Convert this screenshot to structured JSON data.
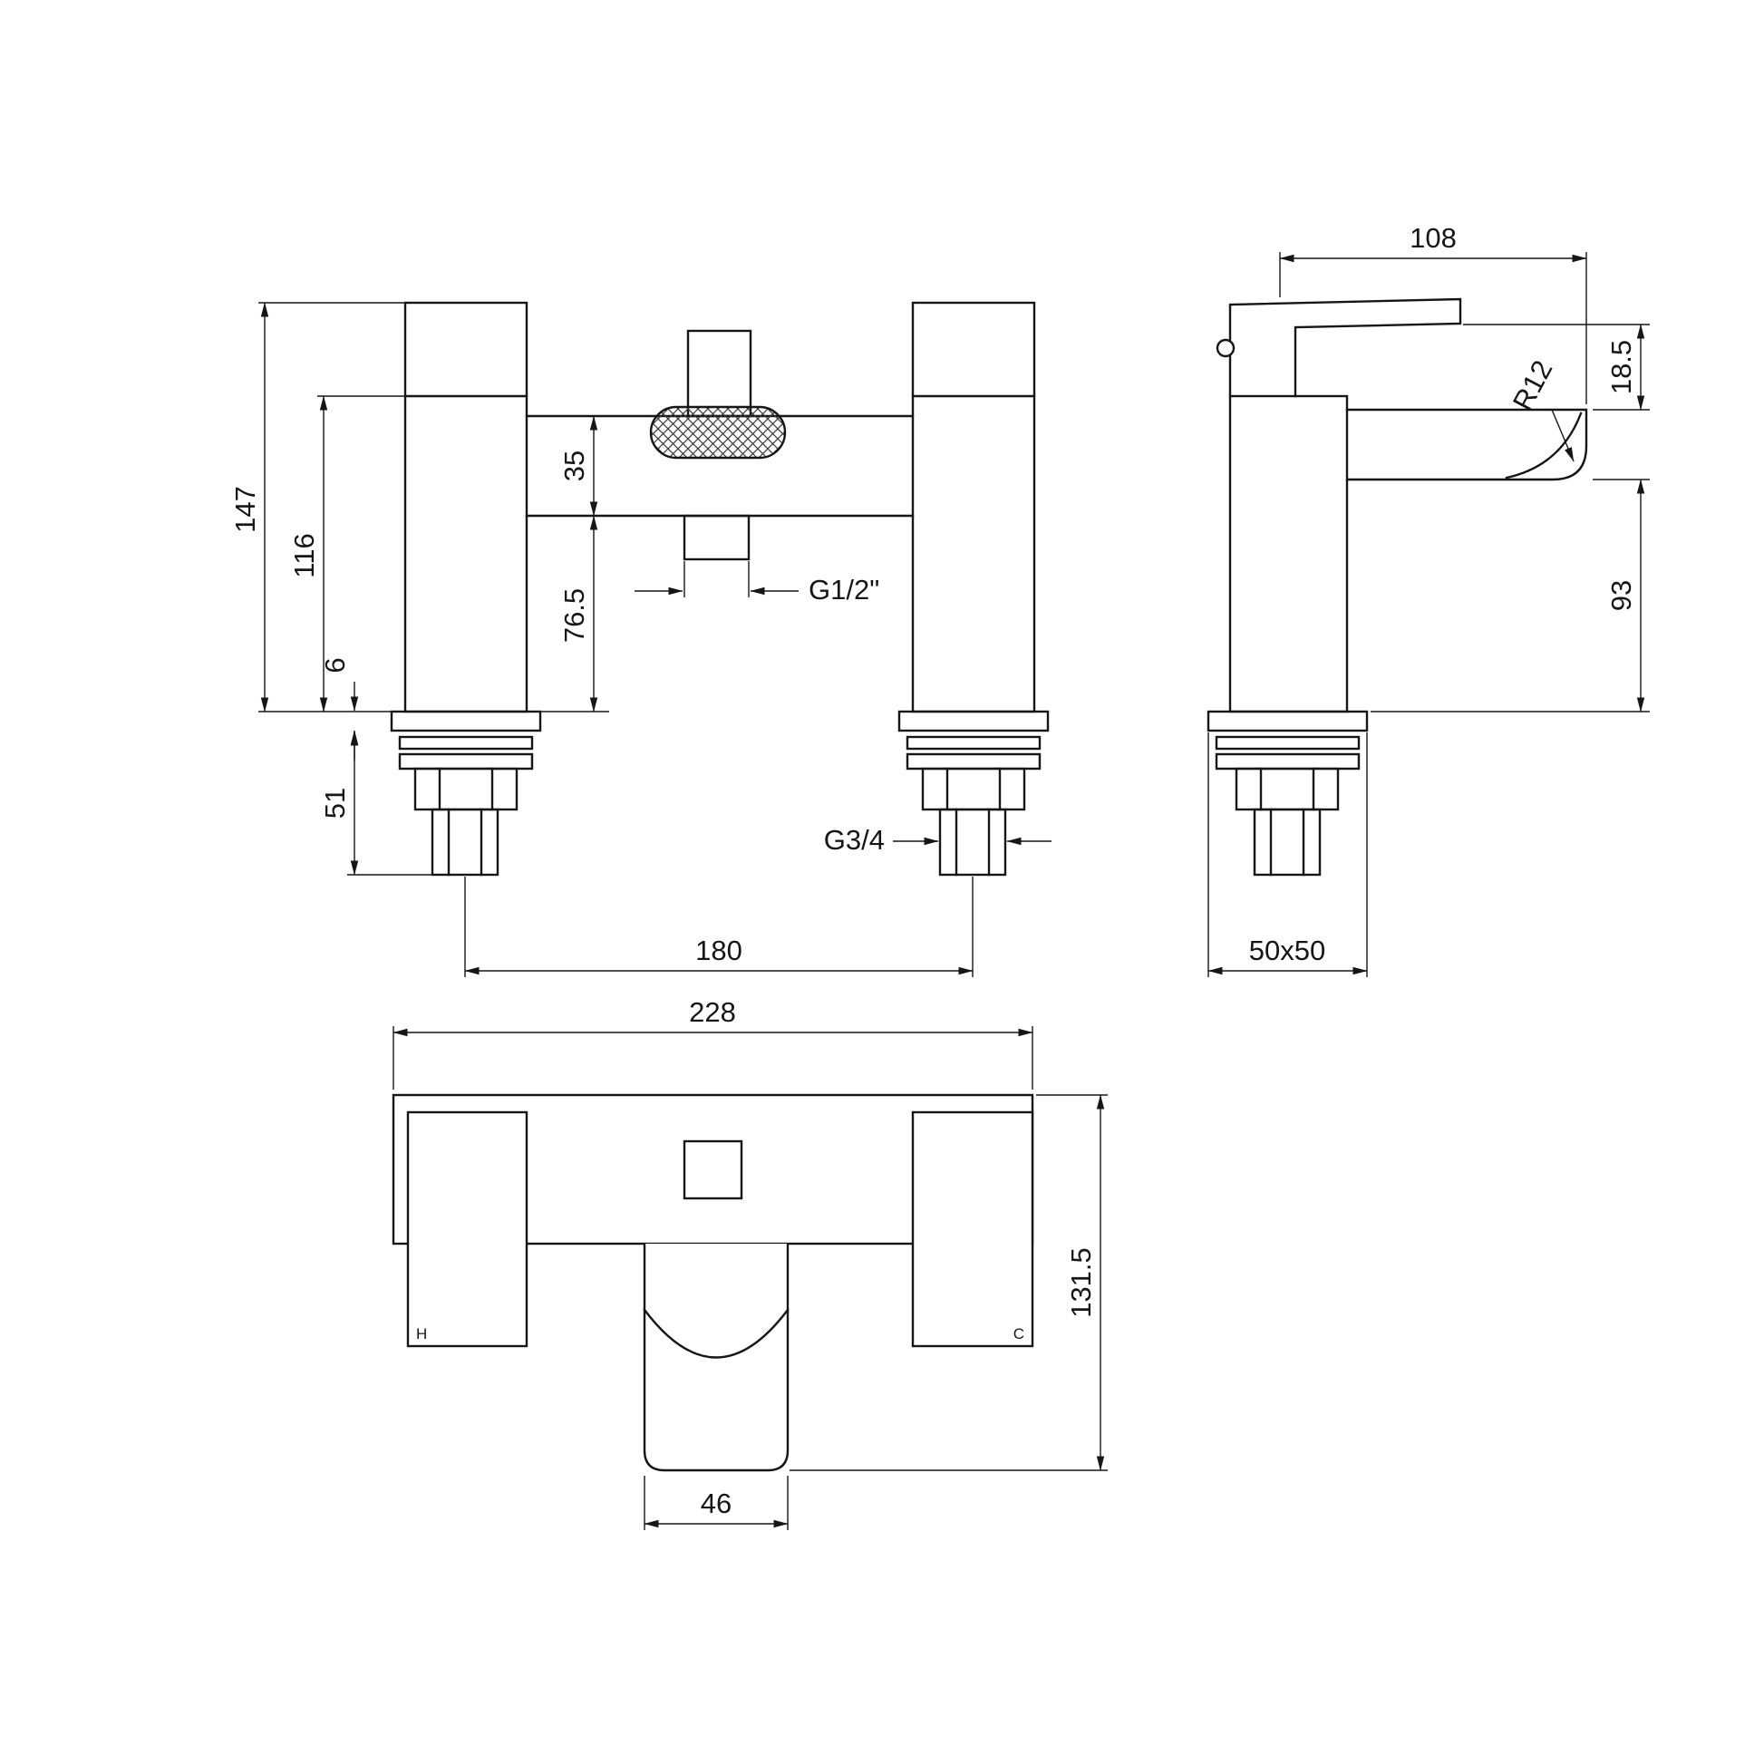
{
  "drawing": {
    "background": "#ffffff",
    "line_color": "#161616",
    "views": {
      "front": {
        "dim_147": "147",
        "dim_116": "116",
        "dim_35": "35",
        "dim_76_5": "76.5",
        "dim_6": "6",
        "dim_51": "51",
        "dim_180": "180",
        "thread_shower_outlet": "G1/2\"",
        "thread_inlet": "G3/4"
      },
      "side": {
        "dim_108": "108",
        "dim_18_5": "18.5",
        "radius_spout": "R12",
        "dim_93": "93",
        "base_size": "50x50"
      },
      "plan": {
        "dim_228": "228",
        "dim_131_5": "131.5",
        "dim_46": "46",
        "hot_marker": "H",
        "cold_marker": "C"
      }
    }
  }
}
